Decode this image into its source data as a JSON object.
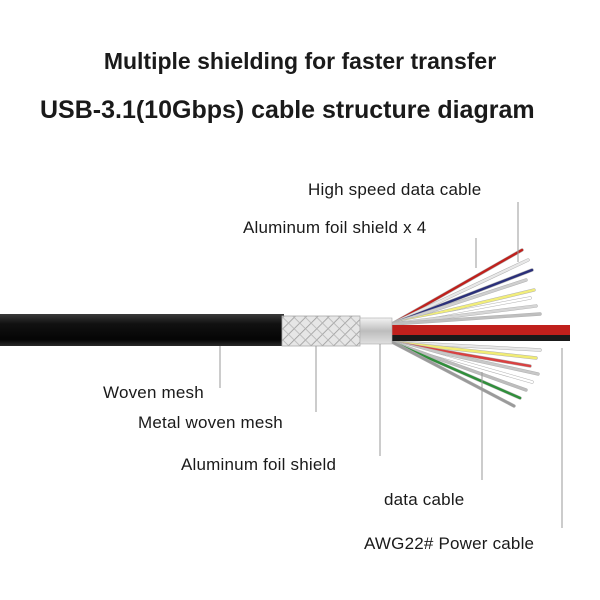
{
  "title_line1": "Multiple shielding for faster transfer",
  "title_line2": "USB-3.1(10Gbps) cable structure diagram",
  "labels": {
    "high_speed_data_cable": "High speed data cable",
    "aluminum_foil_shield_x4": "Aluminum foil shield x 4",
    "woven_mesh": "Woven mesh",
    "metal_woven_mesh": "Metal woven mesh",
    "aluminum_foil_shield": "Aluminum foil shield",
    "data_cable": "data cable",
    "power_cable": "AWG22# Power cable"
  },
  "colors": {
    "jacket": "#111111",
    "mesh": "#d9d9d9",
    "foil": "#c9c9c9",
    "power_red": "#c0201c",
    "leader_line": "#999999"
  },
  "upper_wires": [
    "#c0201c",
    "#e8e8e8",
    "#2a2f7a",
    "#cfcfcf",
    "#f2ee7a",
    "#ffffff",
    "#d6d6d6",
    "#bfbfbf"
  ],
  "lower_wires": [
    "#e8e8e8",
    "#f1ec74",
    "#d94040",
    "#c8c8c8",
    "#ffffff",
    "#bdbdbd",
    "#2f8f3a",
    "#9a9a9a"
  ]
}
